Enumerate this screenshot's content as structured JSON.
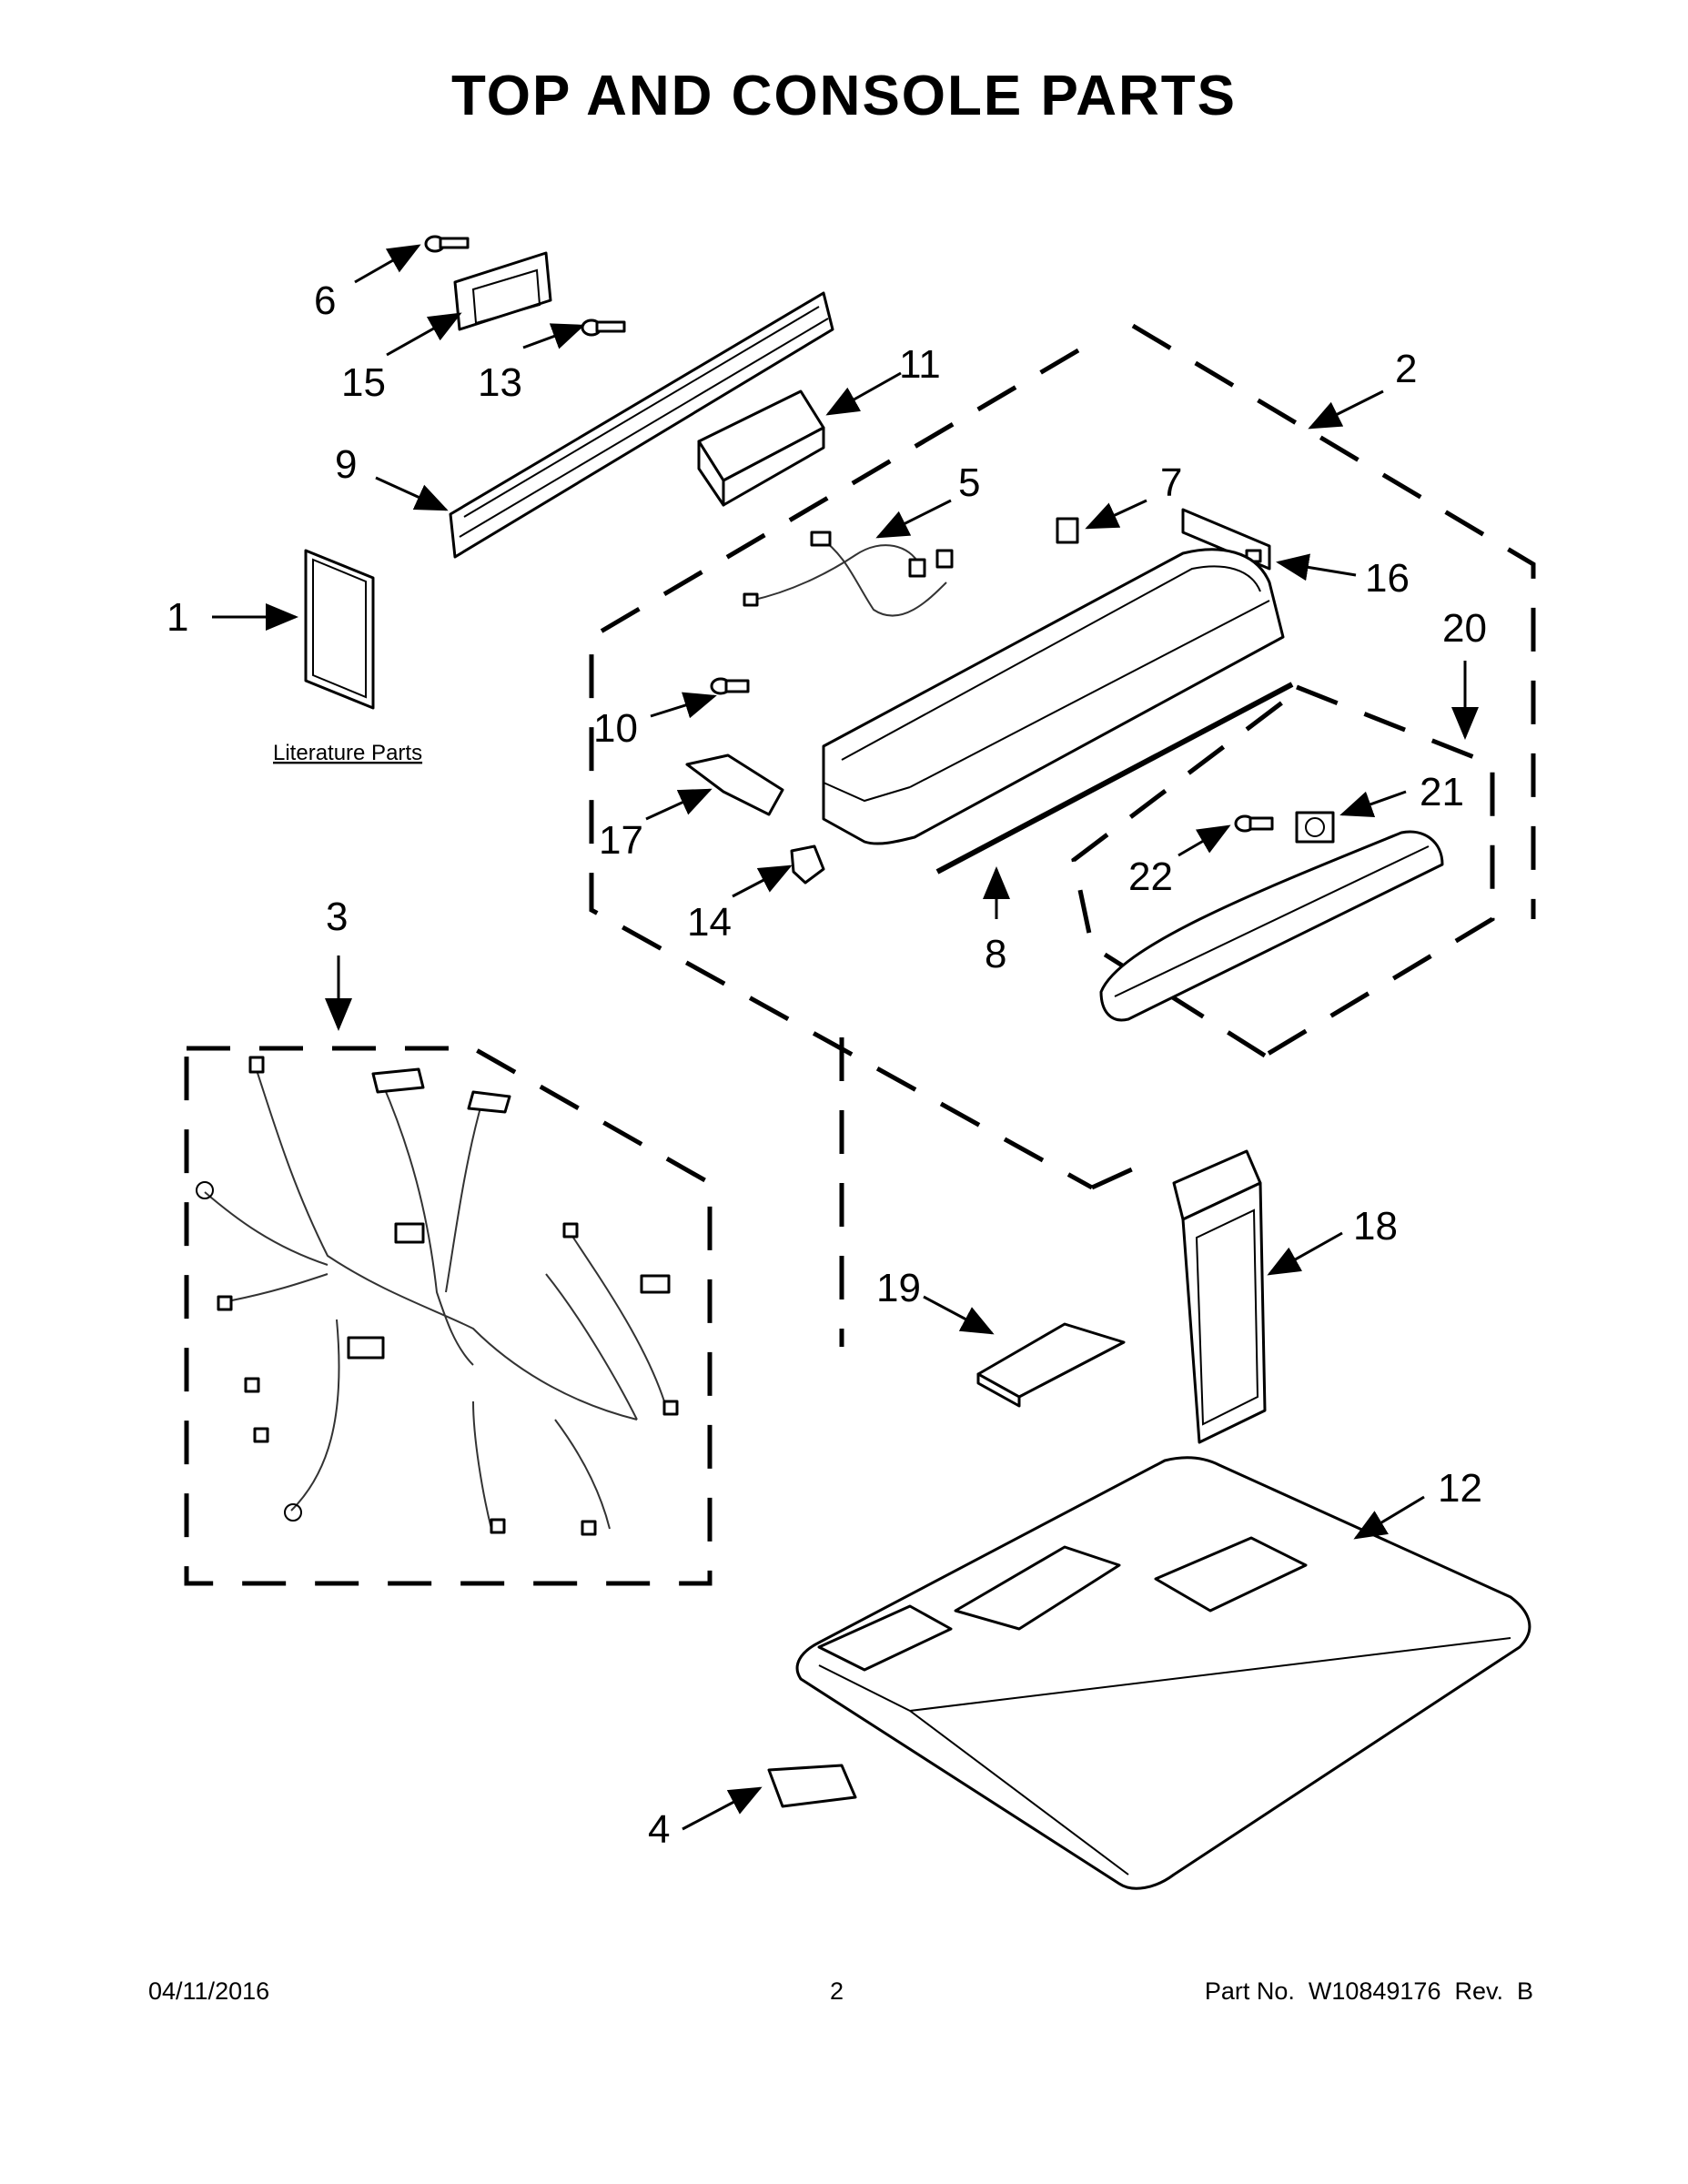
{
  "title": "TOP AND CONSOLE PARTS",
  "callouts": {
    "c1": "1",
    "c2": "2",
    "c3": "3",
    "c4": "4",
    "c5": "5",
    "c6": "6",
    "c7": "7",
    "c8": "8",
    "c9": "9",
    "c10": "10",
    "c11": "11",
    "c12": "12",
    "c13": "13",
    "c14": "14",
    "c15": "15",
    "c16": "16",
    "c17": "17",
    "c18": "18",
    "c19": "19",
    "c20": "20",
    "c21": "21",
    "c22": "22"
  },
  "literature_label": "Literature Parts",
  "footer": {
    "date": "04/11/2016",
    "page": "2",
    "part_no": "Part No.  W10849176  Rev.  B"
  }
}
